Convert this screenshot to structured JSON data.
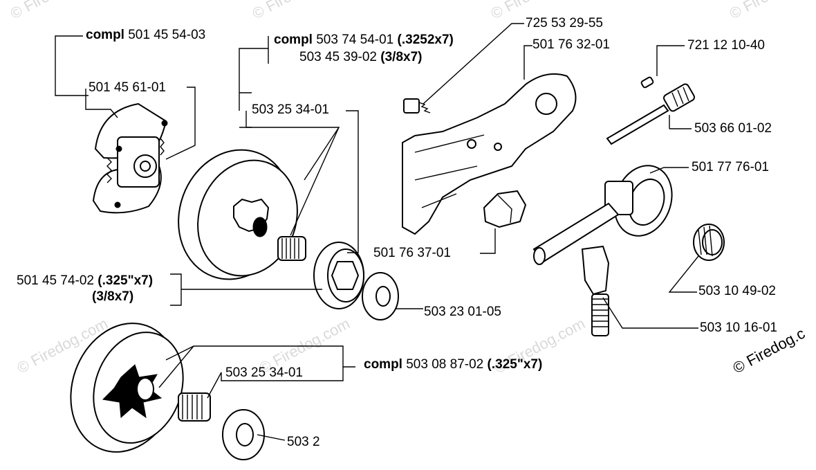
{
  "labels": {
    "clutch_compl_bold": "compl",
    "clutch_compl_num": "501 45 54-03",
    "clutch_shoe": "501 45 61-01",
    "drum_compl_bold": "compl",
    "drum_compl_num": "503 74 54-01",
    "drum_compl_spec": "(.3252x7)",
    "drum_alt_num": "503 45 39-02",
    "drum_alt_spec": "(3/8x7)",
    "bearing_top": "503 25 34-01",
    "rim_num": "501 45 74-02",
    "rim_spec": "(.325\"x7)",
    "rim_spec2": "(3/8x7)",
    "washer_top": "503 23 01-05",
    "drum2_bold": "compl",
    "drum2_num": "503 08 87-02",
    "drum2_spec": "(.325\"x7)",
    "bearing_bottom": "503 25 34-01",
    "washer_bottom": "503 2",
    "screw": "725 53 29-55",
    "plate": "501 76 32-01",
    "pin": "721 12 10-40",
    "shaft": "503 66 01-02",
    "pump": "501 77 76-01",
    "clip": "501 76 37-01",
    "gear": "503 10 49-02",
    "worm": "503 10 16-01"
  },
  "watermark": {
    "text": "© Firedog.c",
    "faint_text": "© Firedog.com"
  }
}
